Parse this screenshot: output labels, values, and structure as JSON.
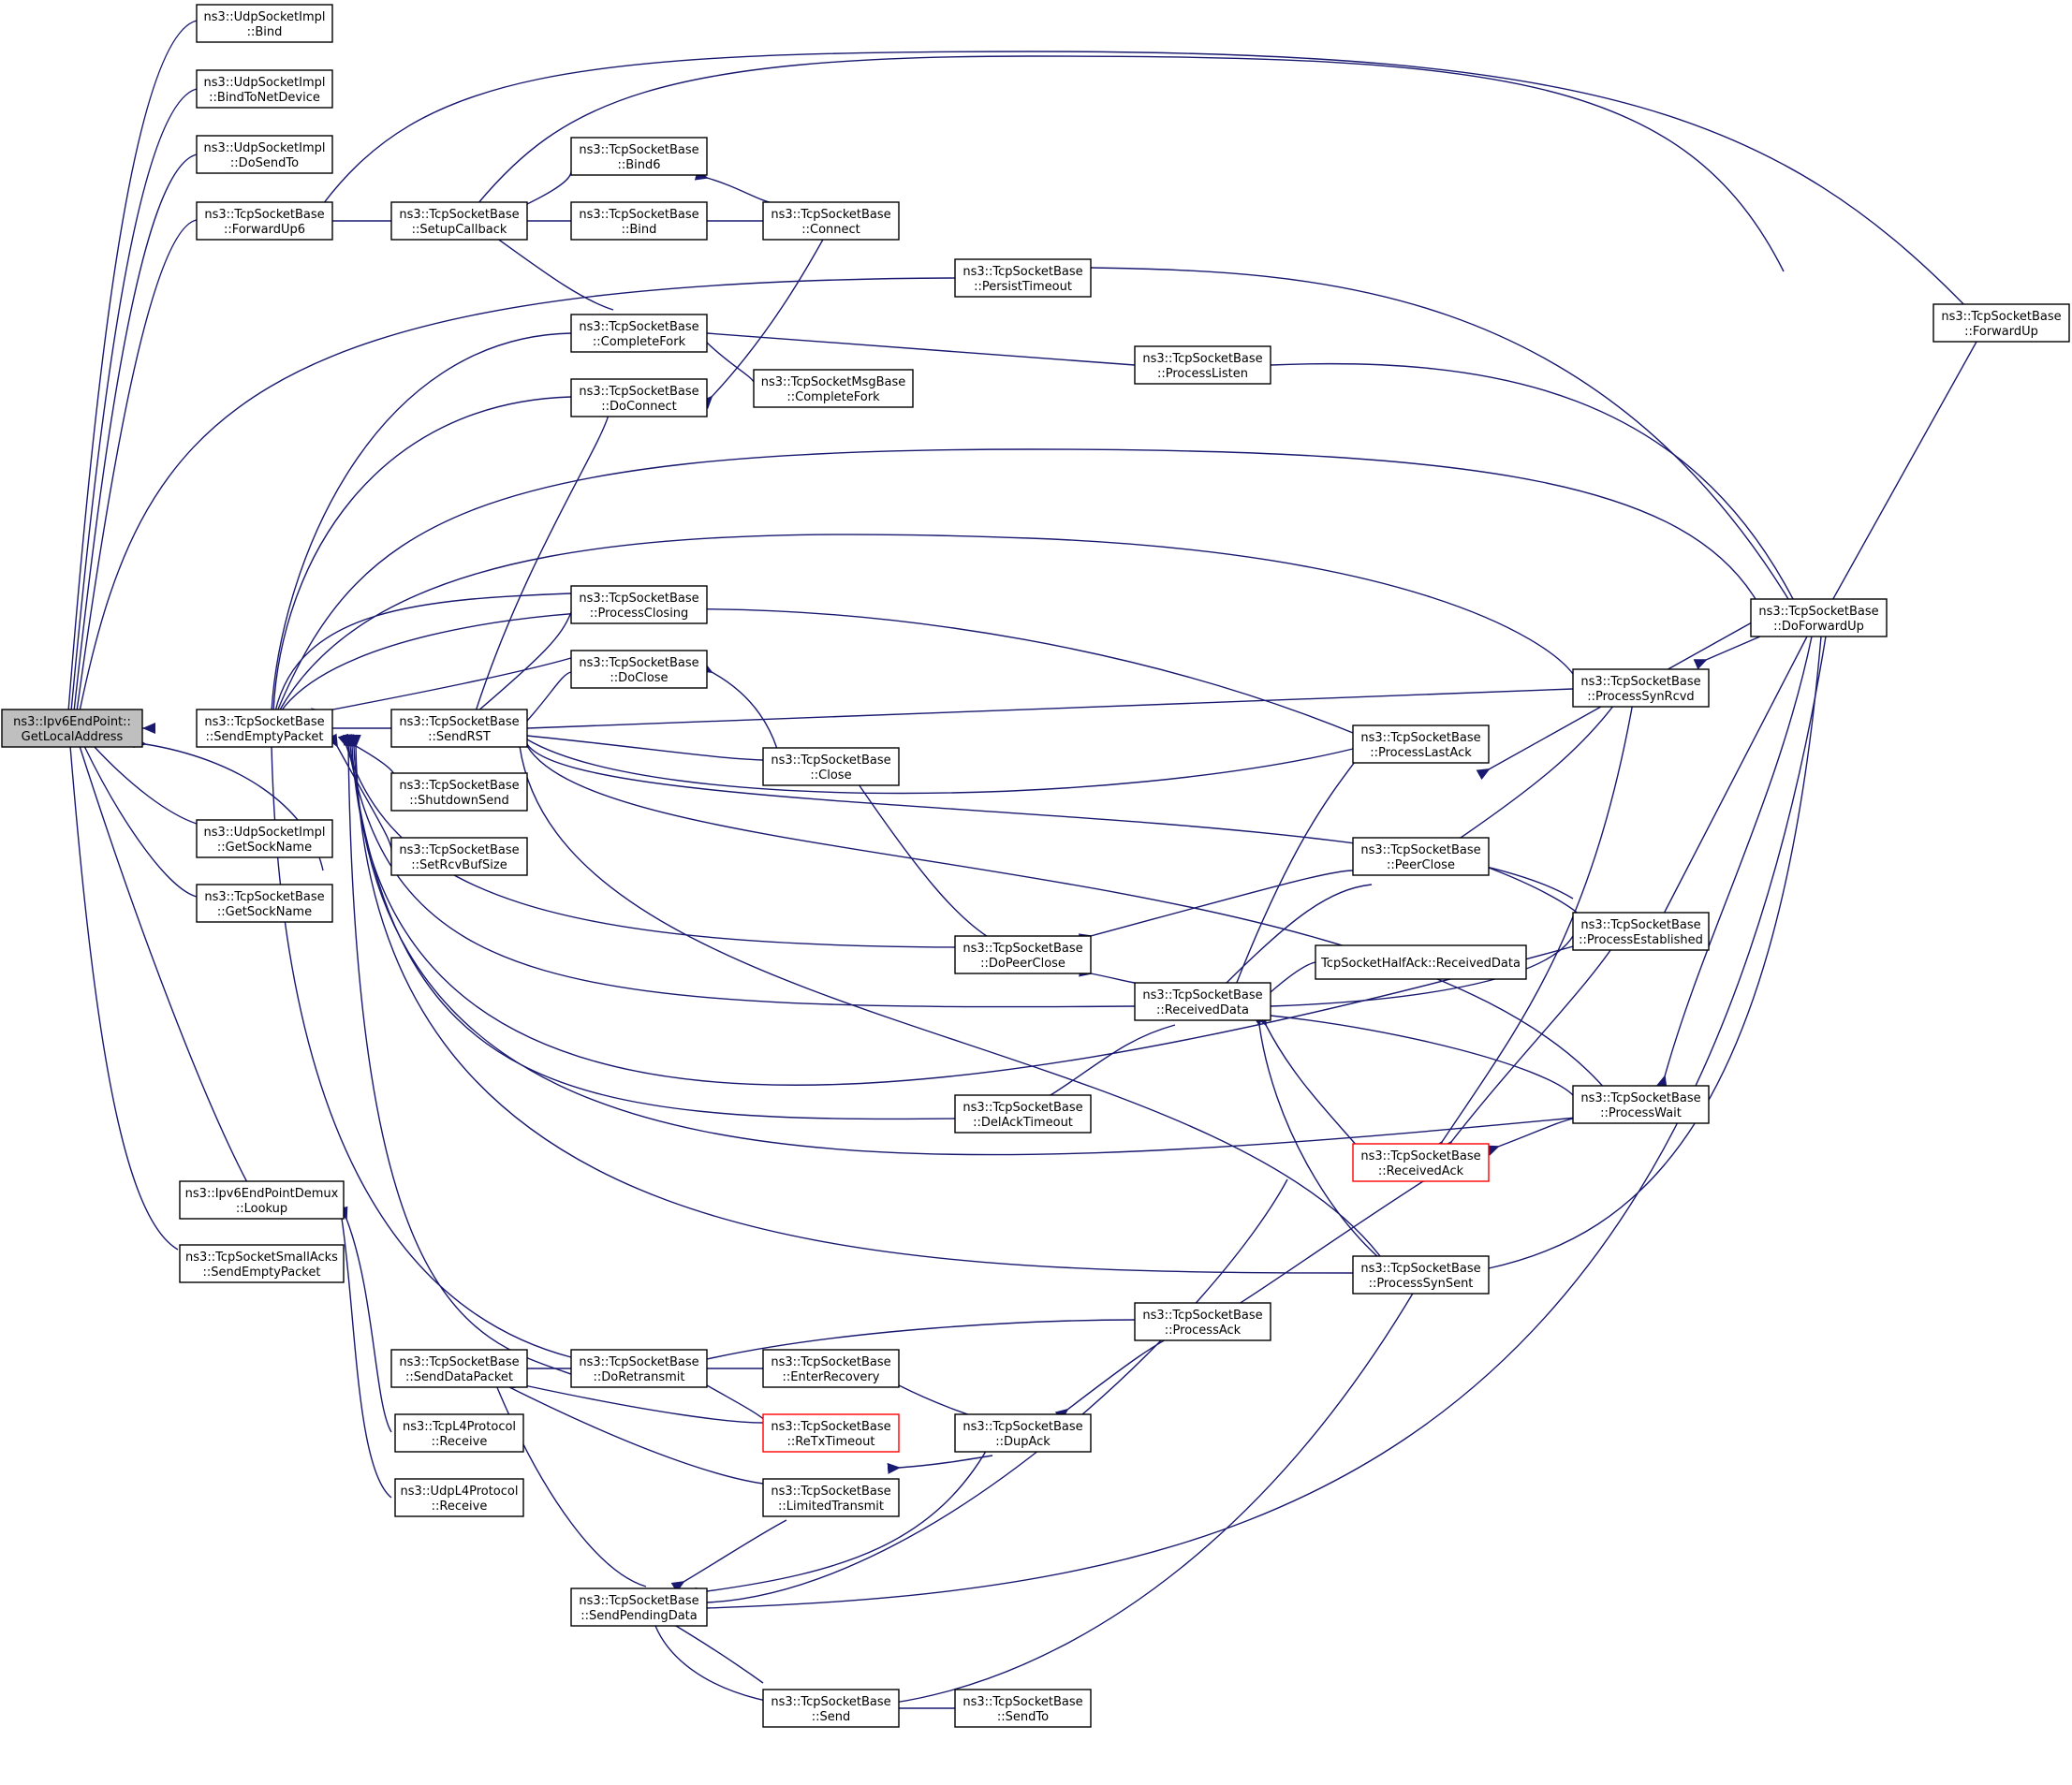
{
  "colors": {
    "edge": "#191970",
    "focus_fill": "#bfbfbf",
    "highlight_border": "#ff0000",
    "border": "#000000"
  },
  "nodes": [
    {
      "id": "root",
      "lines": [
        "ns3::Ipv6EndPoint::",
        "GetLocalAddress"
      ],
      "style": "focus"
    },
    {
      "id": "udp_bind",
      "lines": [
        "ns3::UdpSocketImpl",
        "::Bind"
      ]
    },
    {
      "id": "udp_bindnd",
      "lines": [
        "ns3::UdpSocketImpl",
        "::BindToNetDevice"
      ]
    },
    {
      "id": "udp_dosendto",
      "lines": [
        "ns3::UdpSocketImpl",
        "::DoSendTo"
      ]
    },
    {
      "id": "tcp_fwdup6",
      "lines": [
        "ns3::TcpSocketBase",
        "::ForwardUp6"
      ]
    },
    {
      "id": "tcp_sendempty",
      "lines": [
        "ns3::TcpSocketBase",
        "::SendEmptyPacket"
      ]
    },
    {
      "id": "udp_getsock",
      "lines": [
        "ns3::UdpSocketImpl",
        "::GetSockName"
      ]
    },
    {
      "id": "tcp_getsock",
      "lines": [
        "ns3::TcpSocketBase",
        "::GetSockName"
      ]
    },
    {
      "id": "demux_lookup",
      "lines": [
        "ns3::Ipv6EndPointDemux",
        "::Lookup"
      ]
    },
    {
      "id": "smallacks",
      "lines": [
        "ns3::TcpSocketSmallAcks",
        "::SendEmptyPacket"
      ]
    },
    {
      "id": "setupcb",
      "lines": [
        "ns3::TcpSocketBase",
        "::SetupCallback"
      ]
    },
    {
      "id": "sendrst",
      "lines": [
        "ns3::TcpSocketBase",
        "::SendRST"
      ]
    },
    {
      "id": "shutdownsend",
      "lines": [
        "ns3::TcpSocketBase",
        "::ShutdownSend"
      ]
    },
    {
      "id": "setrcvbuf",
      "lines": [
        "ns3::TcpSocketBase",
        "::SetRcvBufSize"
      ]
    },
    {
      "id": "senddata",
      "lines": [
        "ns3::TcpSocketBase",
        "::SendDataPacket"
      ]
    },
    {
      "id": "tcpl4",
      "lines": [
        "ns3::TcpL4Protocol",
        "::Receive"
      ]
    },
    {
      "id": "udpl4",
      "lines": [
        "ns3::UdpL4Protocol",
        "::Receive"
      ]
    },
    {
      "id": "bind6",
      "lines": [
        "ns3::TcpSocketBase",
        "::Bind6"
      ]
    },
    {
      "id": "bind",
      "lines": [
        "ns3::TcpSocketBase",
        "::Bind"
      ]
    },
    {
      "id": "completefork",
      "lines": [
        "ns3::TcpSocketBase",
        "::CompleteFork"
      ]
    },
    {
      "id": "doconnect",
      "lines": [
        "ns3::TcpSocketBase",
        "::DoConnect"
      ]
    },
    {
      "id": "procclosing",
      "lines": [
        "ns3::TcpSocketBase",
        "::ProcessClosing"
      ]
    },
    {
      "id": "doclose",
      "lines": [
        "ns3::TcpSocketBase",
        "::DoClose"
      ]
    },
    {
      "id": "doretransmit",
      "lines": [
        "ns3::TcpSocketBase",
        "::DoRetransmit"
      ]
    },
    {
      "id": "sendpending",
      "lines": [
        "ns3::TcpSocketBase",
        "::SendPendingData"
      ]
    },
    {
      "id": "connect",
      "lines": [
        "ns3::TcpSocketBase",
        "::Connect"
      ]
    },
    {
      "id": "msgcompletefork",
      "lines": [
        "ns3::TcpSocketMsgBase",
        "::CompleteFork"
      ]
    },
    {
      "id": "close",
      "lines": [
        "ns3::TcpSocketBase",
        "::Close"
      ]
    },
    {
      "id": "enterrecovery",
      "lines": [
        "ns3::TcpSocketBase",
        "::EnterRecovery"
      ]
    },
    {
      "id": "retxtimeout",
      "lines": [
        "ns3::TcpSocketBase",
        "::ReTxTimeout"
      ],
      "style": "red"
    },
    {
      "id": "limitedtx",
      "lines": [
        "ns3::TcpSocketBase",
        "::LimitedTransmit"
      ]
    },
    {
      "id": "send",
      "lines": [
        "ns3::TcpSocketBase",
        "::Send"
      ]
    },
    {
      "id": "persist",
      "lines": [
        "ns3::TcpSocketBase",
        "::PersistTimeout"
      ]
    },
    {
      "id": "dopeerclose",
      "lines": [
        "ns3::TcpSocketBase",
        "::DoPeerClose"
      ]
    },
    {
      "id": "delack",
      "lines": [
        "ns3::TcpSocketBase",
        "::DelAckTimeout"
      ]
    },
    {
      "id": "dupack",
      "lines": [
        "ns3::TcpSocketBase",
        "::DupAck"
      ]
    },
    {
      "id": "sendto",
      "lines": [
        "ns3::TcpSocketBase",
        "::SendTo"
      ]
    },
    {
      "id": "proclisten",
      "lines": [
        "ns3::TcpSocketBase",
        "::ProcessListen"
      ]
    },
    {
      "id": "recvdata",
      "lines": [
        "ns3::TcpSocketBase",
        "::ReceivedData"
      ]
    },
    {
      "id": "procack",
      "lines": [
        "ns3::TcpSocketBase",
        "::ProcessAck"
      ]
    },
    {
      "id": "halfack",
      "lines": [
        "TcpSocketHalfAck::ReceivedData"
      ]
    },
    {
      "id": "proclastack",
      "lines": [
        "ns3::TcpSocketBase",
        "::ProcessLastAck"
      ]
    },
    {
      "id": "peerclose",
      "lines": [
        "ns3::TcpSocketBase",
        "::PeerClose"
      ]
    },
    {
      "id": "recvack",
      "lines": [
        "ns3::TcpSocketBase",
        "::ReceivedAck"
      ],
      "style": "red"
    },
    {
      "id": "procsynsent",
      "lines": [
        "ns3::TcpSocketBase",
        "::ProcessSynSent"
      ]
    },
    {
      "id": "procsynrcvd",
      "lines": [
        "ns3::TcpSocketBase",
        "::ProcessSynRcvd"
      ]
    },
    {
      "id": "procestab",
      "lines": [
        "ns3::TcpSocketBase",
        "::ProcessEstablished"
      ]
    },
    {
      "id": "procwait",
      "lines": [
        "ns3::TcpSocketBase",
        "::ProcessWait"
      ]
    },
    {
      "id": "doforwardup",
      "lines": [
        "ns3::TcpSocketBase",
        "::DoForwardUp"
      ]
    },
    {
      "id": "forwardup",
      "lines": [
        "ns3::TcpSocketBase",
        "::ForwardUp"
      ]
    }
  ]
}
